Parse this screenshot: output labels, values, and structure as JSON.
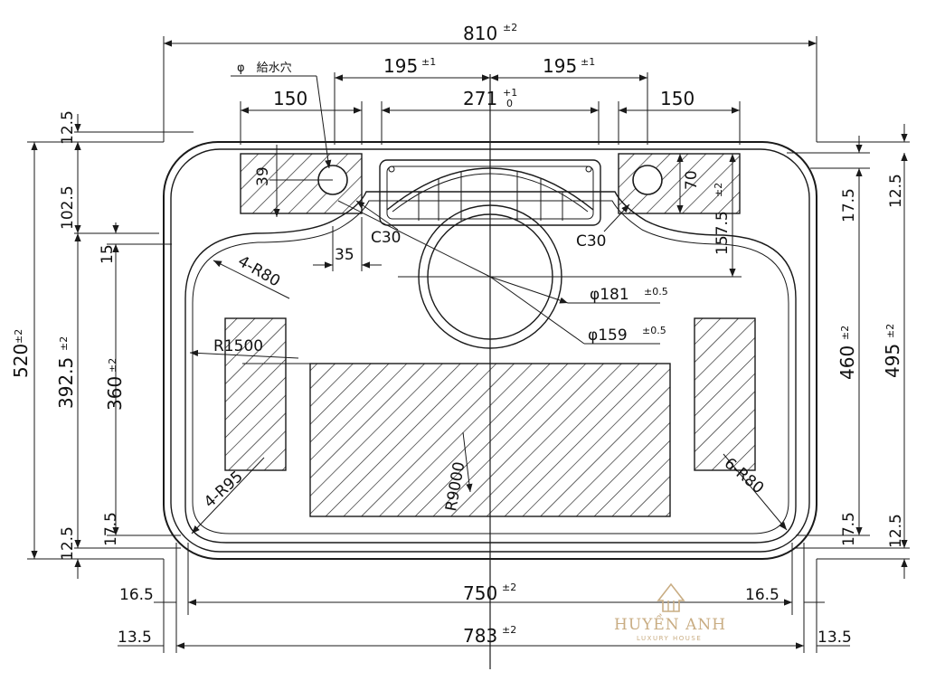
{
  "drawing": {
    "overall": {
      "outer_width": "810",
      "outer_width_tol": "±2"
    },
    "top": {
      "faucet_hole_label": "φ　給水穴",
      "span_left": "195",
      "span_left_tol": "±1",
      "span_right": "195",
      "span_right_tol": "±1",
      "left_pad": "150",
      "right_pad": "150",
      "basket_width": "271",
      "basket_tol_plus": "+1",
      "basket_tol_minus": "0",
      "pad_height_left": "39",
      "pad_height_right": "70",
      "chamfer_left": "C30",
      "chamfer_right": "C30",
      "offset": "35",
      "drain_center": "157.5",
      "drain_center_tol": "±2"
    },
    "left": {
      "top_lip": "12.5",
      "deck": "102.5",
      "step": "15",
      "total": "520",
      "total_tol": "±2",
      "bowl": "392.5",
      "bowl_tol": "±2",
      "bowl_inner": "360",
      "bowl_inner_tol": "±2",
      "bottom_step": "17.5",
      "bottom_lip": "12.5"
    },
    "right": {
      "top_lip": "12.5",
      "top_step": "17.5",
      "inner": "460",
      "inner_tol": "±2",
      "outer": "495",
      "outer_tol": "±2",
      "bottom_step": "17.5",
      "bottom_lip": "12.5"
    },
    "bottom": {
      "inner_width": "750",
      "inner_width_tol": "±2",
      "outer_width": "783",
      "outer_width_tol": "±2",
      "left_gap": "16.5",
      "right_gap": "16.5",
      "left_edge": "13.5",
      "right_edge": "13.5"
    },
    "callouts": {
      "corner_r_top": "4-R80",
      "side_radius": "R1500",
      "corner_r_bottom_left": "4-R95",
      "corner_r_bottom_right": "6-R80",
      "bottom_radius": "R9000",
      "drain_outer": "φ181",
      "drain_outer_tol": "±0.5",
      "drain_inner": "φ159",
      "drain_inner_tol": "±0.5"
    },
    "watermark": {
      "name": "HUYỀN ANH",
      "tagline": "LUXURY HOUSE"
    }
  }
}
